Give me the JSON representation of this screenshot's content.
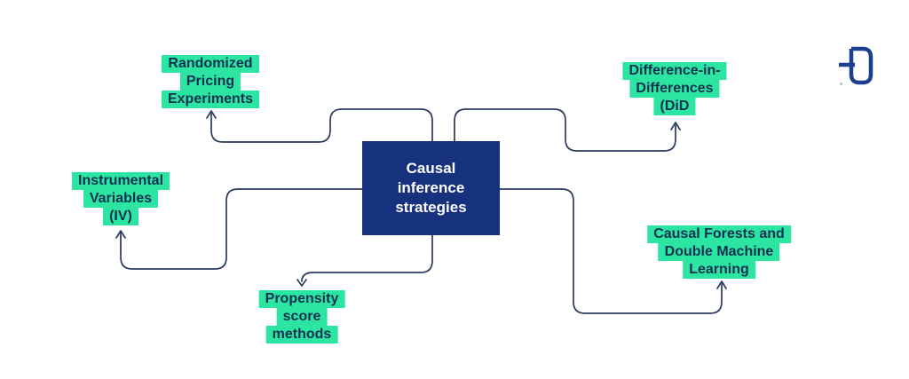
{
  "colors": {
    "background": "#ffffff",
    "node_bg": "#2ce5a2",
    "node_text": "#0e3150",
    "center_bg": "#16317d",
    "center_text": "#ffffff",
    "line": "#2b3b5e",
    "logo": "#1c3f8f"
  },
  "center": {
    "lines": [
      "Causal",
      "inference",
      "strategies"
    ]
  },
  "nodes": [
    {
      "id": "randomized-pricing-experiments",
      "lines": [
        "Randomized",
        "Pricing",
        "Experiments"
      ]
    },
    {
      "id": "difference-in-differences",
      "lines": [
        "Difference-in-",
        "Differences",
        "(DiD"
      ]
    },
    {
      "id": "instrumental-variables",
      "lines": [
        "Instrumental",
        "Variables",
        "(IV)"
      ]
    },
    {
      "id": "propensity-score-methods",
      "lines": [
        "Propensity",
        "score",
        "methods"
      ]
    },
    {
      "id": "causal-forests-dml",
      "lines": [
        "Causal Forests and",
        "Double Machine",
        "Learning"
      ]
    }
  ]
}
